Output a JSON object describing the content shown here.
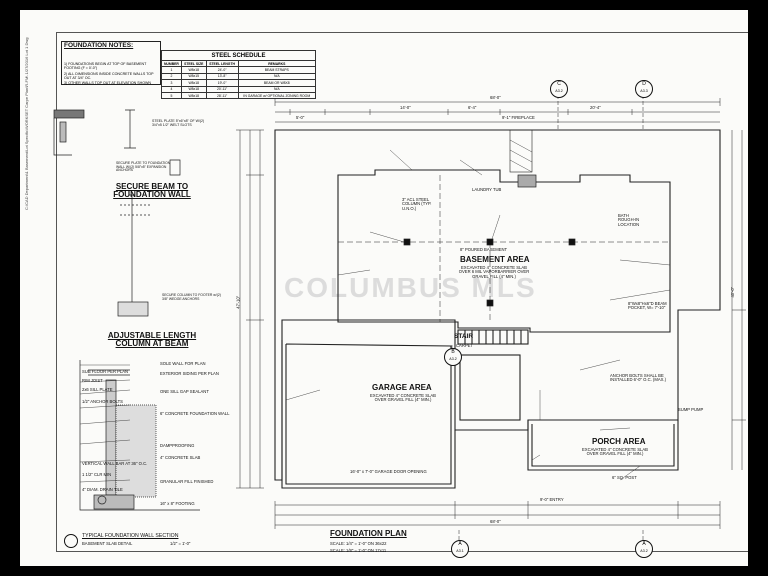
{
  "watermark": "COLUMBUS MLS",
  "side_text": "C:\\CAD Department\\1 Basement\\Lot Specific\\WORKSET Carpe Plan\\R-FM\\ 1/27/2016 Lot 1 Dwg",
  "foundation_notes": {
    "title": "FOUNDATION NOTES:",
    "items": [
      "1) FOUNDATIONS BEGIN AT TOP OF BASEMENT FOOTING (F = 0'-0\")",
      "2) ALL DIMENSIONS INSIDE CONCRETE WALLS TOP OUT AT 3/4\" OC.",
      "3) OTHER WALLS TOP OUT AT ELEVATION SHOWN"
    ]
  },
  "steel_schedule": {
    "title": "STEEL SCHEDULE",
    "headers": [
      "NUMBER",
      "STEEL SIZE",
      "STEEL LENGTH",
      "REMARKS"
    ],
    "rows": [
      [
        "1",
        "W8x18",
        "24'-0\"",
        "BEAM STRAPS"
      ],
      [
        "2",
        "W8x15",
        "13'-8\"",
        "N/A"
      ],
      [
        "3",
        "W8x18",
        "19'-0\"",
        "BEAM OR W8X8"
      ],
      [
        "4",
        "W8x18",
        "20'-11\"",
        "N/A"
      ],
      [
        "5",
        "W8x18",
        "28'-11\"",
        "IN GARAGE w/ OPTIONAL ZONING ROOM"
      ]
    ]
  },
  "details": {
    "secure_beam_title": "SECURE BEAM TO FOUNDATION WALL",
    "plate_note": "STEEL PLATE 5\"x6\"x8\" OF W/(2) 3/4\"x5 1/2\" WELT SLOTS",
    "secure_plate_note": "SECURE PLATE TO FOUNDATION WALL W/(2) 5/8\"x5\" EXPANSION ANCHORS",
    "column_title": "ADJUSTABLE LENGTH COLUMN AT BEAM",
    "column_note": "SECURE COLUMN TO FOOTER w/(2) 3/8\" WEDGE ANCHORS",
    "wall_section_title": "TYPICAL FOUNDATION WALL SECTION",
    "wall_section_sub": "BASEMENT SLAB DETAIL",
    "wall_section_scale": "1/2\" = 1'-0\"",
    "wall_labels": [
      "SOLE WALL FOR PLAN",
      "SUB FLOOR PER PLAN",
      "EXTERIOR SIDING PER PLAN",
      "RIM JOIST",
      "2x6 SILL PLATE",
      "ONE SILL GAP SEALANT",
      "1/2\" ANCHOR BOLTS",
      "6\" CONCRETE FOUNDATION WALL",
      "DAMPPROOFING",
      "4\" CONCRETE SLAB",
      "GRANULAR FILL FINISHED",
      "VERTICAL WALL BAR AT 36\" O.C.",
      "1 1/2\" CLR MIN",
      "4\" DIAM. DRAIN TILE",
      "16\" x 8\" FOOTING"
    ]
  },
  "plan": {
    "title": "FOUNDATION PLAN",
    "scale1": "SCALE:   1/4\" = 1'-0\"    ON 36x22",
    "scale2": "SCALE:   1/8\" = 1'-0\"    ON 17x11",
    "basement_area": "BASEMENT AREA",
    "basement_sub": "EXCAVATED 4\" CONCRETE SLAB OVER 6 MIL VAPORBARRIER OVER GRAVEL FILL (4\" MIN.)",
    "garage_area": "GARAGE AREA",
    "garage_sub": "EXCAVATED 4\" CONCRETE SLAB OVER GRAVEL FILL (4\" MIN.)",
    "porch_area": "PORCH AREA",
    "porch_sub": "EXCAVATED 4\" CONCRETE SLAB OVER GRAVEL FILL (4\" MIN.)",
    "stair_label": "STAIR",
    "carpet": "CARPET",
    "poured_basement": "8\" POURED BASEMENT",
    "overall_dim_top": "68'-0\"",
    "overall_dim_bottom": "68'-0\"",
    "left_dim": "47'-10\"",
    "right_dim": "40'-0\"",
    "top_dims": [
      "5'-0\"",
      "14'-0\"",
      "6'-4\"",
      "20'-4\""
    ],
    "fireplace": "9'-1\" FIREPLACE",
    "laundry_tub": "LAUNDRY TUB",
    "column_note": "3\" ACL STEEL COLUMN (TYP. U.N.O.)",
    "rough_in": "BATH ROUGH-IN LOCATION",
    "sump": "SUMP PUMP",
    "beam_pocket": "8\"Wx8\"Hx6\"D BEAM POCKET, W= 7'-10\"",
    "anchor_note": "ANCHOR BOLTS SHALL BE INSTALLED 6'-0\" O.C. (MAX.)",
    "porch_post": "6\" SQ. POST",
    "garage_door": "16'-0\" x 7'-0\" GARAGE DOOR OPENING",
    "entry": "9'-0\" ENTRY",
    "bubbles": [
      {
        "letter": "C",
        "num": "A3.2"
      },
      {
        "letter": "D",
        "num": "A3.3"
      },
      {
        "letter": "B",
        "num": "A3.2"
      },
      {
        "letter": "A",
        "num": "A3.2"
      },
      {
        "letter": "A",
        "num": "A3.1"
      }
    ]
  }
}
